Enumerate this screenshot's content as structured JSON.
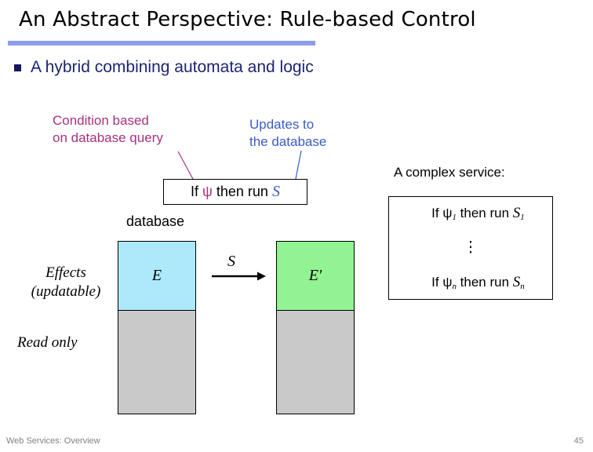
{
  "slide": {
    "title": "An Abstract Perspective: Rule-based Control",
    "rule_color": "#8d9cef",
    "bullet": {
      "marker": "square-bullet-icon",
      "text": "A hybrid combining automata and logic",
      "text_color": "#1d2473",
      "marker_color": "#14185a"
    }
  },
  "callouts": {
    "condition": {
      "text": "Condition based\non database query",
      "color": "#a8317f"
    },
    "updates": {
      "text": "Updates to\nthe database",
      "color": "#3b5bc4"
    }
  },
  "rule_box": {
    "prefix": "If ",
    "condition_symbol": "ψ",
    "middle": " then run ",
    "action_symbol": "S",
    "condition_color": "#a8317f",
    "action_color": "#3b5bc4"
  },
  "complex_service": {
    "caption": "A complex service:",
    "lines": [
      {
        "prefix": "If ",
        "psi": "ψ",
        "psi_sub": "1",
        "middle": " then run ",
        "s": "S",
        "s_sub": "1"
      },
      {
        "prefix": "If ",
        "psi": "ψ",
        "psi_sub": "n",
        "middle": " then run ",
        "s": "S",
        "s_sub": "n"
      }
    ],
    "vdots": "⋮"
  },
  "diagram": {
    "database_label": "database",
    "side_labels": {
      "effects": "Effects\n(updatable)",
      "read_only": "Read only"
    },
    "transition_label": "S",
    "left_column": {
      "top_cell_value": "E",
      "top_cell_color": "#ace9fb",
      "bottom_cell_color": "#c9c9c9"
    },
    "right_column": {
      "top_cell_value": "E′",
      "top_cell_color": "#91f391",
      "bottom_cell_color": "#c9c9c9"
    }
  },
  "footer": {
    "text": "Web Services: Overview",
    "page_number": "45",
    "color": "#808080"
  }
}
